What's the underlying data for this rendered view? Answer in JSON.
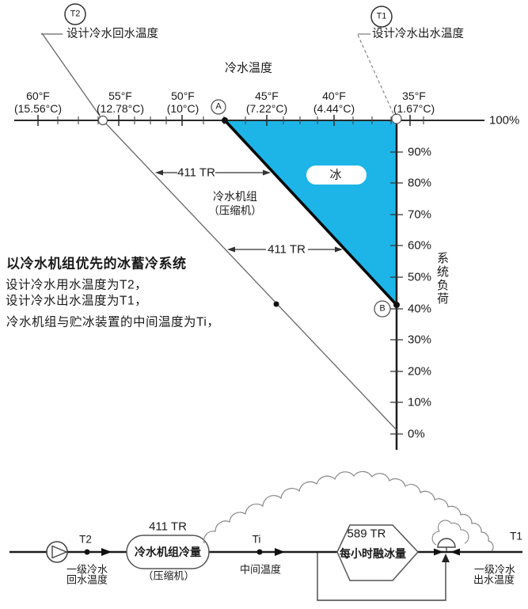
{
  "colors": {
    "ice_fill": "#1db5e8",
    "ink": "#1a1a1a"
  },
  "chart": {
    "axis_title": "冷水温度",
    "t2": {
      "tag": "T2",
      "caption": "设计冷水回水温度"
    },
    "t1": {
      "tag": "T1",
      "caption": "设计冷水出水温度"
    },
    "temps": [
      {
        "f": "60°F",
        "c": "(15.56°C)"
      },
      {
        "f": "55°F",
        "c": "(12.78°C)"
      },
      {
        "f": "50°F",
        "c": "(10°C)"
      },
      {
        "f": "45°F",
        "c": "(7.22°C)"
      },
      {
        "f": "40°F",
        "c": "(4.44°C)"
      },
      {
        "f": "35°F",
        "c": "(1.67°C)"
      }
    ],
    "load_axis": {
      "title": "系统负荷",
      "ticks": [
        "100%",
        "90%",
        "80%",
        "70%",
        "60%",
        "50%",
        "40%",
        "30%",
        "20%",
        "10%",
        "0%"
      ]
    },
    "point_a": "A",
    "point_b": "B",
    "ice": "冰",
    "tr_upper": "411 TR",
    "tr_lower": "411 TR",
    "chiller": {
      "line1": "冷水机组",
      "line2": "（压缩机）"
    },
    "notes": {
      "title": "以冷水机组优先的冰蓄冷系统",
      "line1": "设计冷水用水温度为T2，",
      "line2": "设计冷水出水温度为T1，",
      "line3": "冷水机组与贮冰装置的中间温度为Ti，"
    }
  },
  "flow": {
    "t2": "T2",
    "ti": "Ti",
    "t1": "T1",
    "return_caption": {
      "line1": "一级冷水",
      "line2": "回水温度"
    },
    "chiller": {
      "rating": "411 TR",
      "name": "冷水机组冷量",
      "sub": "（压缩机）"
    },
    "ti_caption": "中间温度",
    "melt": {
      "rating": "589 TR",
      "name": "每小时融冰量"
    },
    "supply_caption": {
      "line1": "一级冷水",
      "line2": "出水温度"
    }
  }
}
